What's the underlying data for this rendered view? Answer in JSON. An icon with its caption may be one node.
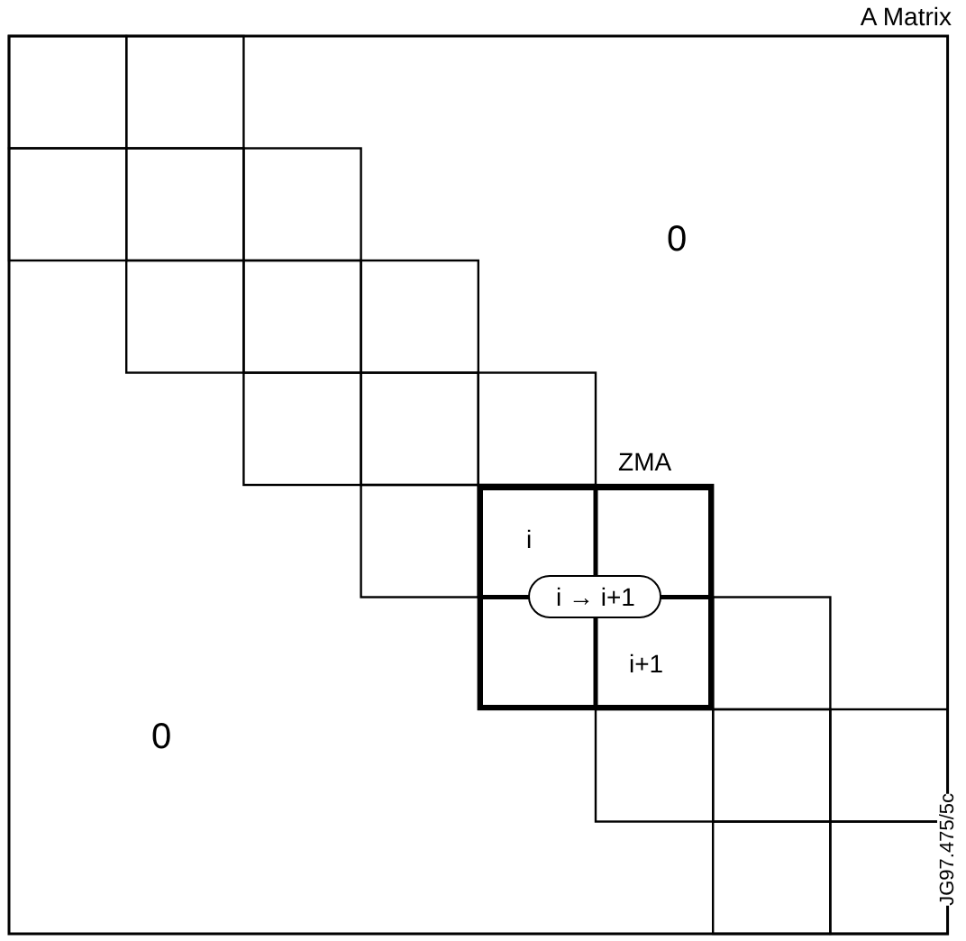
{
  "diagram": {
    "title": "A Matrix",
    "nodes": [
      {
        "text": [
          "ZMA"
        ]
      },
      {
        "text": [
          "i → i+1"
        ],
        "in": 0
      }
    ],
    "labels": [
      "0",
      "i",
      "i+1",
      "0",
      "JG97.475/5c"
    ]
  }
}
